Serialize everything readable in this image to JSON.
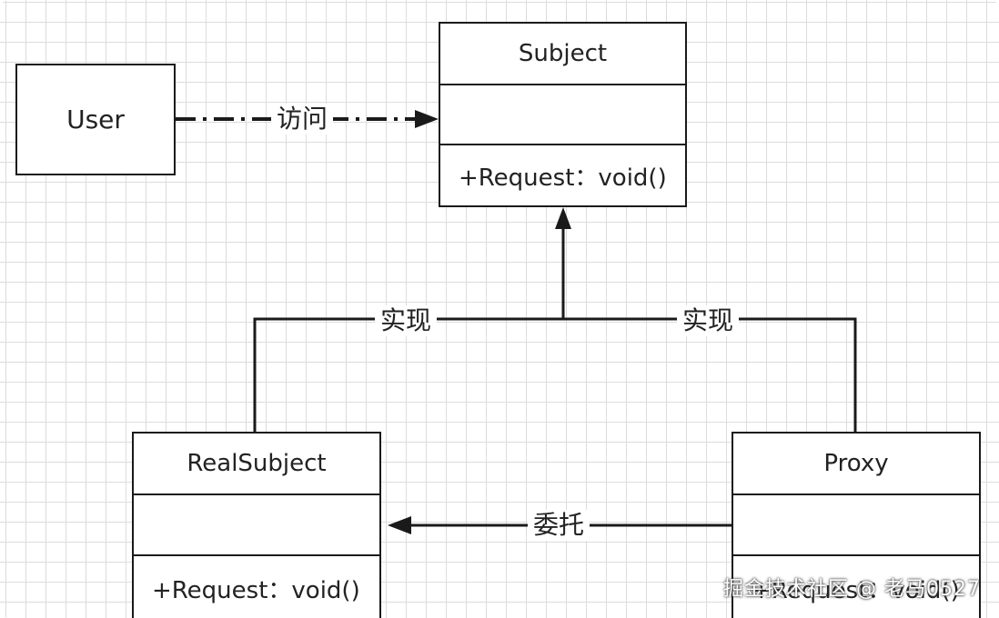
{
  "user": {
    "label": "User"
  },
  "subject": {
    "name": "Subject",
    "attributes": "",
    "method": "+Request：void()"
  },
  "real_subject": {
    "name": "RealSubject",
    "attributes": "",
    "method": "+Request：void()"
  },
  "proxy": {
    "name": "Proxy",
    "attributes": "",
    "method": "+Request：void()"
  },
  "edges": {
    "access": "访问",
    "implements_left": "实现",
    "implements_right": "实现",
    "delegate": "委托"
  },
  "watermark": "掘金技术社区 @ 老马0527"
}
